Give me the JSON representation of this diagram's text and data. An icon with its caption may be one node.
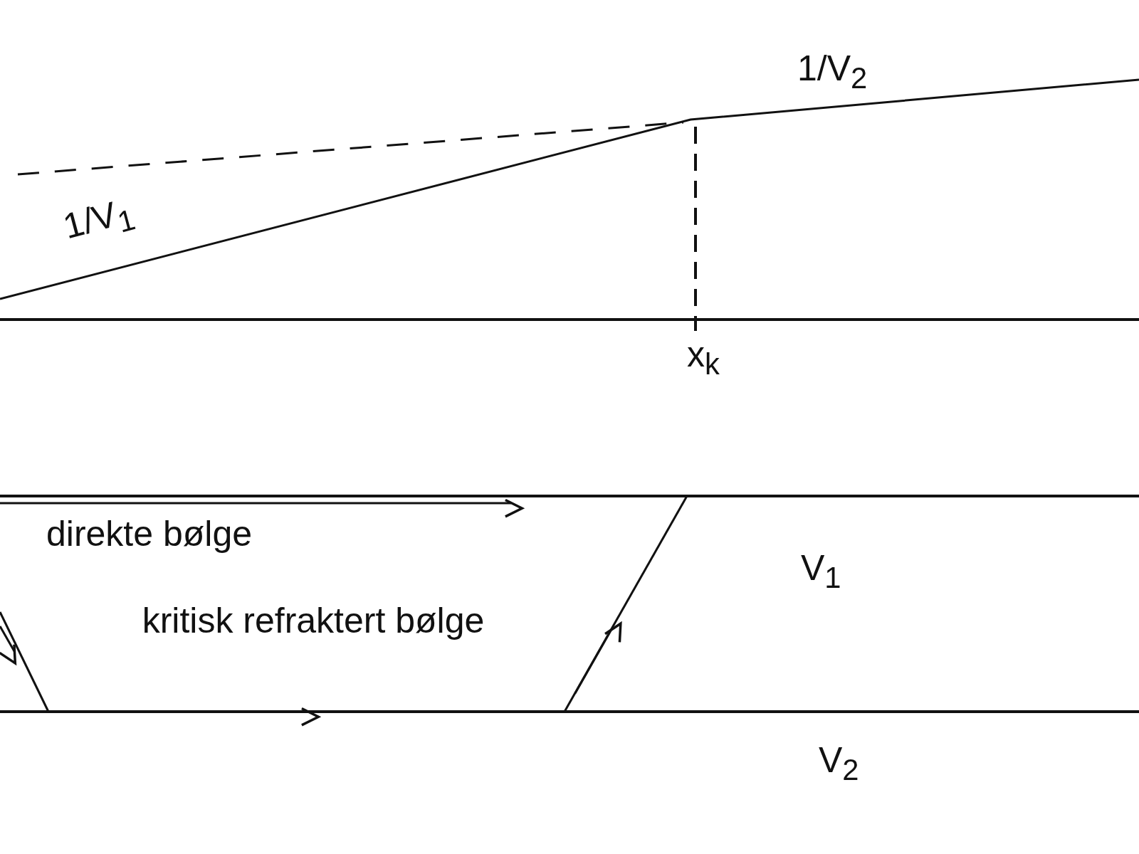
{
  "diagram": {
    "labels": [
      "1/V$_{2}$",
      "1/V$_{1}$",
      "x$_{k}$",
      "direkte bølge",
      "V$_{1}$",
      "kritisk refraktert bølge",
      "V$_{2}$"
    ]
  }
}
